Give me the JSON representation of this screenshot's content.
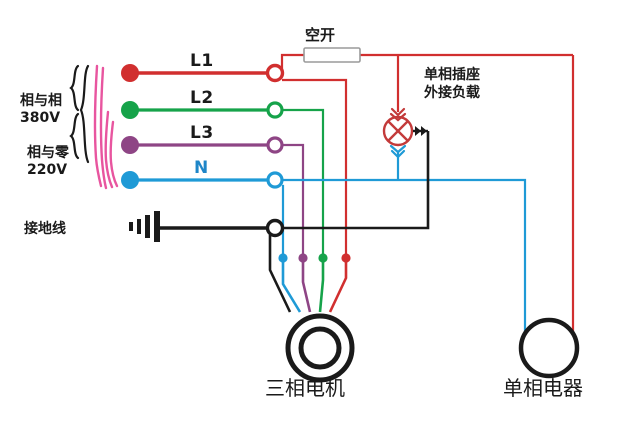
{
  "diagram": {
    "title_three_phase_motor": "三相电机",
    "title_single_phase_appliance": "单相电器",
    "breaker_label": "空开",
    "socket_label": "单相插座\n外接负载",
    "ground_label": "接地线",
    "phase_to_phase_label": "相与相\n380V",
    "phase_to_neutral_label": "相与零\n220V",
    "terminals": [
      {
        "name": "L1",
        "label": "L1",
        "color": "#d12f2f"
      },
      {
        "name": "L2",
        "label": "L2",
        "color": "#16a34a"
      },
      {
        "name": "L3",
        "label": "L3",
        "color": "#8e4585"
      },
      {
        "name": "N",
        "label": "N",
        "color": "#1f9ad6"
      }
    ],
    "colors": {
      "l1_red": "#d12f2f",
      "l2_green": "#16a34a",
      "l3_purple": "#8e4585",
      "n_blue": "#1f9ad6",
      "ground_black": "#1a1a1a",
      "bracket_pink": "#e8559f",
      "breaker_body": "#ffffff",
      "breaker_border": "#9a9a9a",
      "text_dark": "#1a1a1a"
    },
    "voltage_phase_to_phase": "380V",
    "voltage_phase_to_neutral": "220V",
    "lamp_symbol_name": "lamp-cross-circle"
  }
}
